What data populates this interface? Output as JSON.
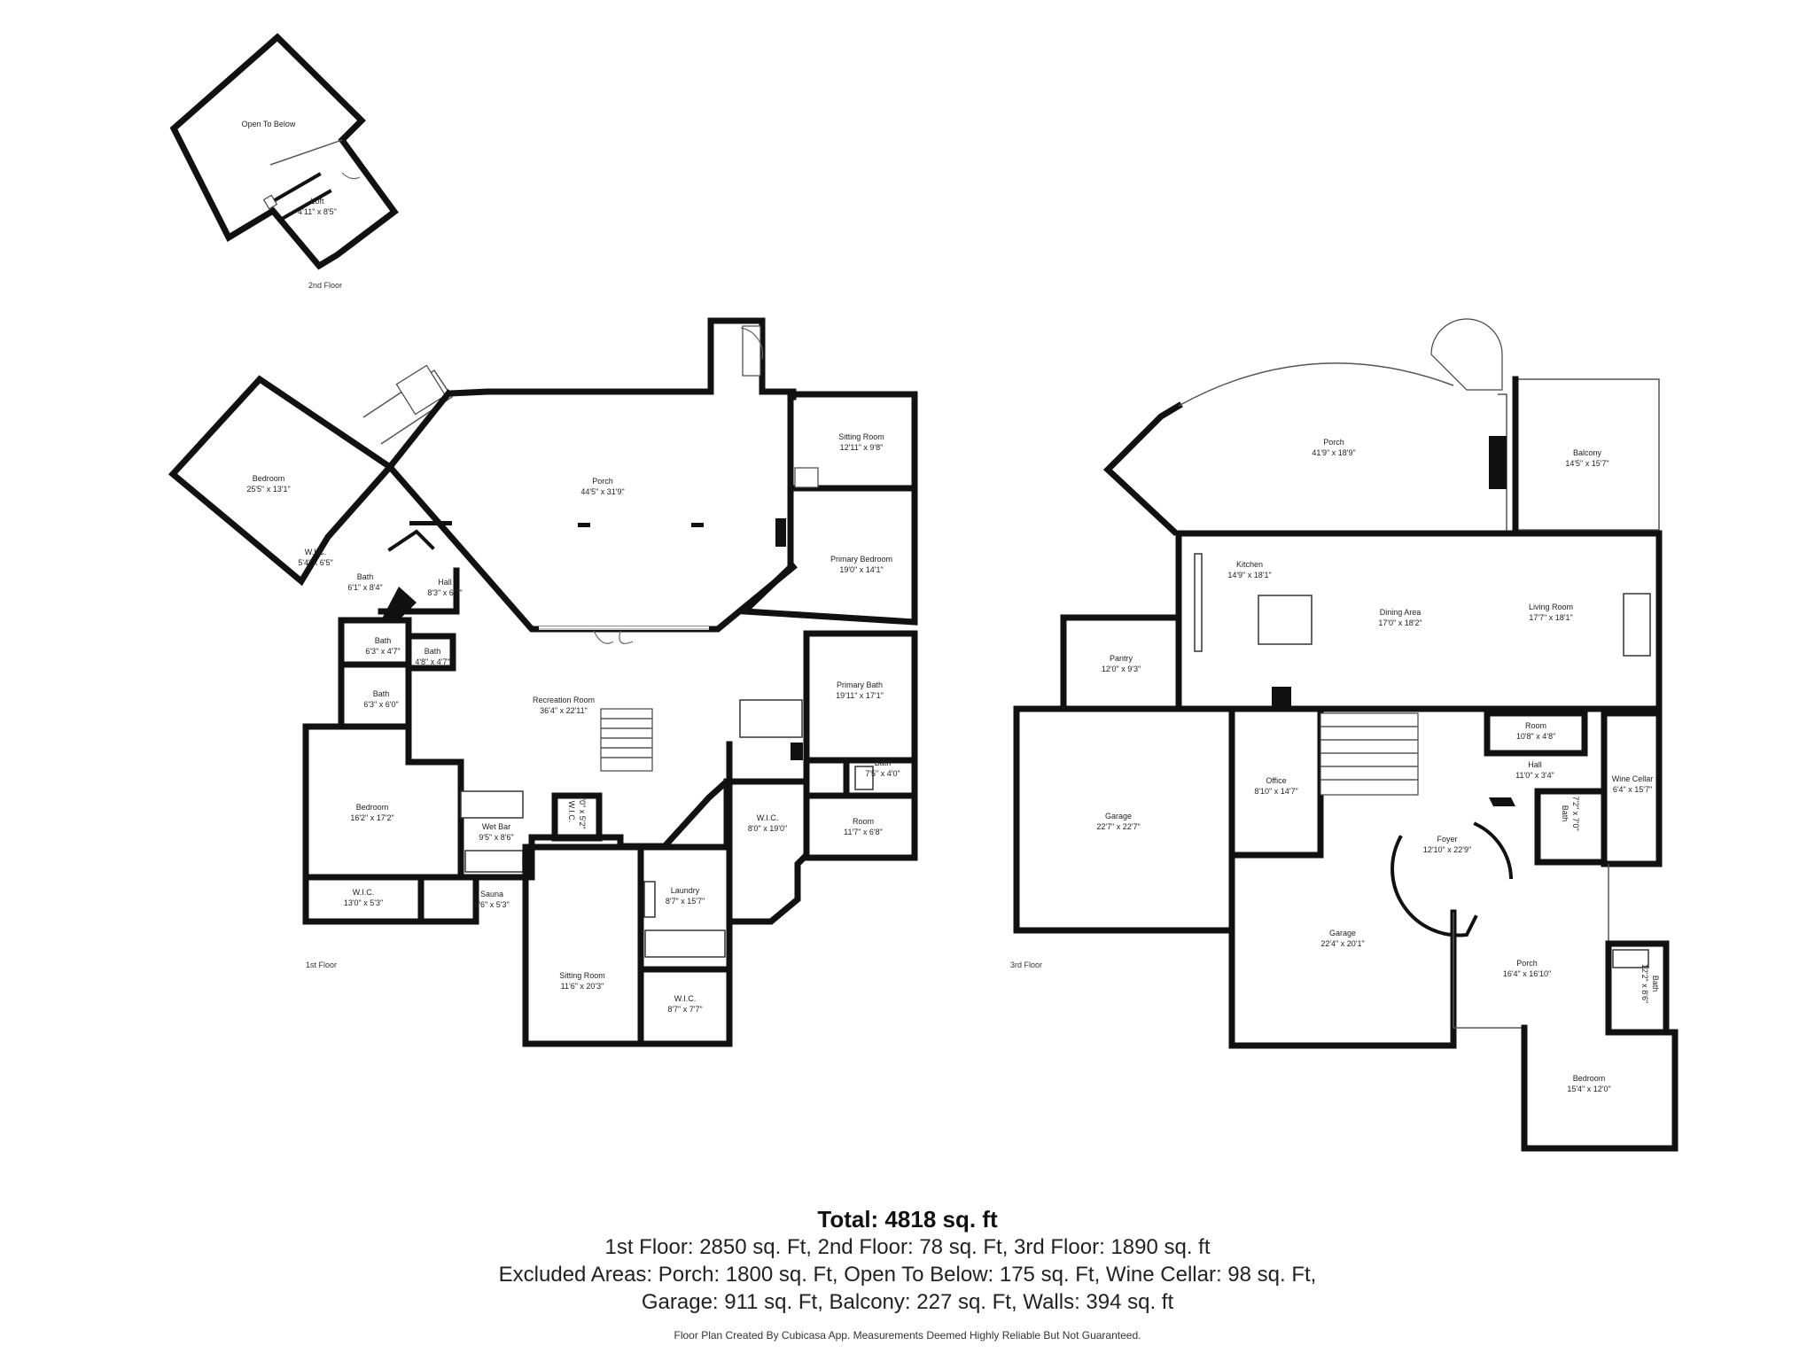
{
  "floors": {
    "second": {
      "label": "2nd Floor",
      "rooms": [
        {
          "name": "Open To Below",
          "dims": ""
        },
        {
          "name": "Loft",
          "dims": "4'11\" x 8'5\""
        }
      ]
    },
    "first": {
      "label": "1st Floor",
      "rooms": [
        {
          "name": "Bedroom",
          "dims": "25'5\" x 13'1\""
        },
        {
          "name": "W.I.C.",
          "dims": "5'4\" x 6'5\""
        },
        {
          "name": "Bath",
          "dims": "6'1\" x 8'4\""
        },
        {
          "name": "Hall",
          "dims": "8'3\" x 6'7\""
        },
        {
          "name": "Porch",
          "dims": "44'5\" x 31'9\""
        },
        {
          "name": "Sitting Room",
          "dims": "12'11\" x 9'8\""
        },
        {
          "name": "Primary Bedroom",
          "dims": "19'0\" x 14'1\""
        },
        {
          "name": "Bath",
          "dims": "6'3\" x 4'7\""
        },
        {
          "name": "Bath",
          "dims": "4'8\" x 4'7\""
        },
        {
          "name": "Bath",
          "dims": "6'3\" x 6'0\""
        },
        {
          "name": "Recreation Room",
          "dims": "36'4\" x 22'11\""
        },
        {
          "name": "Primary Bath",
          "dims": "19'11\" x 17'1\""
        },
        {
          "name": "Bath",
          "dims": "7'5\" x 4'0\""
        },
        {
          "name": "Room",
          "dims": "11'7\" x 6'8\""
        },
        {
          "name": "W.I.C.",
          "dims": "8'0\" x 19'0\""
        },
        {
          "name": "Bedroom",
          "dims": "16'2\" x 17'2\""
        },
        {
          "name": "Wet Bar",
          "dims": "9'5\" x 8'6\""
        },
        {
          "name": "W.I.C.",
          "dims": "4'0\" x 5'2\""
        },
        {
          "name": "W.I.C.",
          "dims": "13'0\" x 5'3\""
        },
        {
          "name": "Sauna",
          "dims": "6'6\" x 5'3\""
        },
        {
          "name": "Laundry",
          "dims": "8'7\" x 15'7\""
        },
        {
          "name": "Sitting Room",
          "dims": "11'6\" x 20'3\""
        },
        {
          "name": "W.I.C.",
          "dims": "8'7\" x 7'7\""
        }
      ]
    },
    "third": {
      "label": "3rd Floor",
      "rooms": [
        {
          "name": "Porch",
          "dims": "41'9\" x 18'9\""
        },
        {
          "name": "Balcony",
          "dims": "14'5\" x 15'7\""
        },
        {
          "name": "Kitchen",
          "dims": "14'9\" x 18'1\""
        },
        {
          "name": "Dining Area",
          "dims": "17'0\" x 18'2\""
        },
        {
          "name": "Living Room",
          "dims": "17'7\" x 18'1\""
        },
        {
          "name": "Pantry",
          "dims": "12'0\" x 9'3\""
        },
        {
          "name": "Room",
          "dims": "10'8\" x 4'8\""
        },
        {
          "name": "Hall",
          "dims": "11'0\" x 3'4\""
        },
        {
          "name": "Office",
          "dims": "8'10\" x 14'7\""
        },
        {
          "name": "Garage",
          "dims": "22'7\" x 22'7\""
        },
        {
          "name": "Bath",
          "dims": "7'2\" x 7'0\""
        },
        {
          "name": "Wine Cellar",
          "dims": "6'4\" x 15'7\""
        },
        {
          "name": "Foyer",
          "dims": "12'10\" x 22'9\""
        },
        {
          "name": "Garage",
          "dims": "22'4\" x 20'1\""
        },
        {
          "name": "Porch",
          "dims": "16'4\" x 16'10\""
        },
        {
          "name": "Bath",
          "dims": "12'2\" x 8'6\""
        },
        {
          "name": "Bedroom",
          "dims": "15'4\" x 12'0\""
        }
      ]
    }
  },
  "summary": {
    "total": "Total: 4818 sq. ft",
    "line1": "1st Floor: 2850 sq. Ft, 2nd Floor: 78 sq. Ft, 3rd Floor: 1890 sq. ft",
    "line2": "Excluded Areas: Porch: 1800 sq. Ft, Open To Below: 175 sq. Ft, Wine Cellar: 98 sq. Ft,",
    "line3": "Garage: 911 sq. Ft, Balcony: 227 sq. Ft, Walls: 394 sq. ft"
  },
  "credit": "Floor Plan Created By Cubicasa App. Measurements Deemed Highly Reliable But Not Guaranteed."
}
